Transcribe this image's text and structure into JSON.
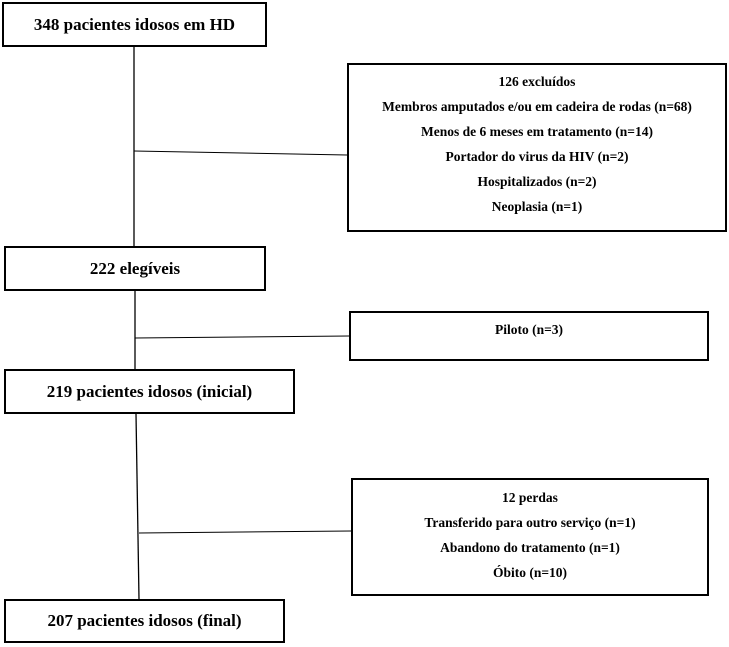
{
  "steps": [
    {
      "label": "348 pacientes idosos em HD"
    },
    {
      "label": "222 elegíveis"
    },
    {
      "label": "219 pacientes idosos (inicial)"
    },
    {
      "label": "207 pacientes idosos (final)"
    }
  ],
  "excluded": {
    "title": "126 excluídos",
    "items": [
      "Membros amputados e/ou em cadeira de rodas (n=68)",
      "Menos de 6 meses em tratamento (n=14)",
      "Portador do virus da HIV (n=2)",
      "Hospitalizados (n=2)",
      "Neoplasia (n=1)"
    ]
  },
  "pilot": {
    "title": "Piloto (n=3)"
  },
  "losses": {
    "title": "12 perdas",
    "items": [
      "Transferido para outro serviço (n=1)",
      "Abandono do tratamento (n=1)",
      "Óbito (n=10)"
    ]
  }
}
